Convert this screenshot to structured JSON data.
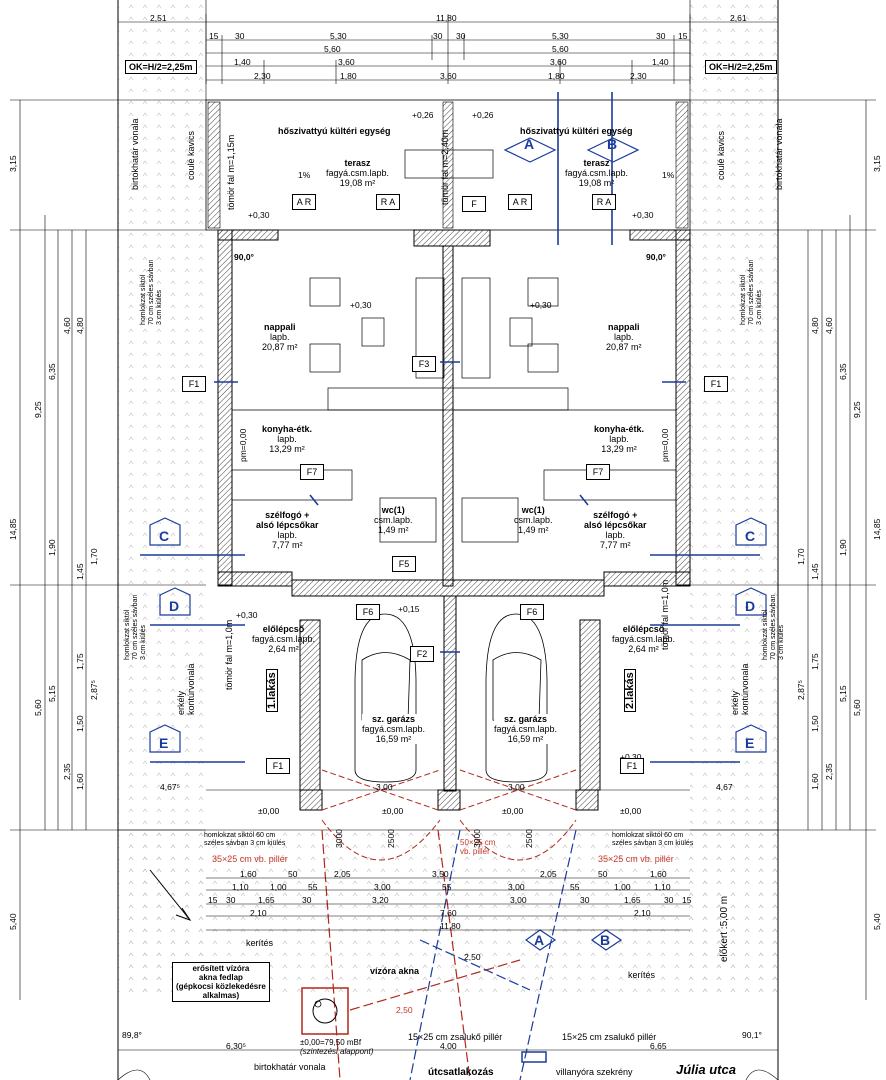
{
  "top_dims": {
    "row1": [
      "2,51",
      "11,80",
      "2,61"
    ],
    "row2": [
      "15",
      "30",
      "5,30",
      "30",
      "30",
      "5,30",
      "30",
      "15"
    ],
    "row3": [
      "5,60",
      "5,60"
    ],
    "row4": [
      "1,40",
      "3,60",
      "3,60",
      "1,40"
    ],
    "row5": [
      "2,30",
      "1,80",
      "3,60",
      "1,80",
      "2,30"
    ],
    "ok_left": "OK=H/2=2,25m",
    "ok_right": "OK=H/2=2,25m"
  },
  "side_labels": {
    "boundary_left": "birtokhatár vonala",
    "boundary_right": "birtokhatár vonala",
    "gravel_left": "coulé kavics",
    "gravel_right": "coulé kavics",
    "wall_left": "tömör fal m=1,15m",
    "wall_mid": "tömör fal m=2,40m",
    "wall_lower_left": "tömör fal m=1,0m",
    "wall_lower_right": "tömör fal m=1,0m",
    "facade_left": [
      "homlokzat síktól",
      "70 cm széles sávban",
      "3 cm kiülés"
    ],
    "facade_right": [
      "homlokzat síktól",
      "70 cm széles sávban",
      "3 cm kiülés"
    ],
    "facade_left2": [
      "homlokzat síktól",
      "70 cm széles sávban",
      "3 cm kiülés"
    ],
    "facade_right2": [
      "homlokzat síktól",
      "70 cm széles sávban",
      "3 cm kiülés"
    ],
    "balcony_left": [
      "erkély",
      "kontúrvonala"
    ],
    "balcony_right": [
      "erkély",
      "kontúrvonala"
    ],
    "flat_left": "1.lakás",
    "flat_right": "2.lakás"
  },
  "left_dims": [
    "3,15",
    "9,25",
    "14,85",
    "5,60",
    "5,40",
    "6,35",
    "4,60",
    "4,80",
    "1,90",
    "1,70",
    "1,45",
    "5,15",
    "1,75",
    "2,87⁵",
    "1,50",
    "2,35",
    "1,60"
  ],
  "right_dims": [
    "3,15",
    "9,25",
    "14,85",
    "5,60",
    "5,40",
    "6,35",
    "4,60",
    "4,80",
    "1,90",
    "1,70",
    "1,45",
    "5,15",
    "1,75",
    "2,87⁵",
    "1,50",
    "2,35",
    "1,60"
  ],
  "rooms": {
    "terasz_l": {
      "name": "terasz",
      "floor": "fagyá.csm.lapb.",
      "area": "19,08 m²"
    },
    "terasz_r": {
      "name": "terasz",
      "floor": "fagyá.csm.lapb.",
      "area": "19,08 m²"
    },
    "nappali_l": {
      "name": "nappali",
      "floor": "lapb.",
      "area": "20,87 m²"
    },
    "nappali_r": {
      "name": "nappali",
      "floor": "lapb.",
      "area": "20,87 m²"
    },
    "konyha_l": {
      "name": "konyha-étk.",
      "floor": "lapb.",
      "area": "13,29 m²"
    },
    "konyha_r": {
      "name": "konyha-étk.",
      "floor": "lapb.",
      "area": "13,29 m²"
    },
    "wc_l": {
      "name": "wc(1)",
      "floor": "csm.lapb.",
      "area": "1,49 m²"
    },
    "wc_r": {
      "name": "wc(1)",
      "floor": "csm.lapb.",
      "area": "1,49 m²"
    },
    "szelfogo_l": {
      "name": "szélfogó +",
      "name2": "alsó lépcsőkar",
      "floor": "lapb.",
      "area": "7,77 m²"
    },
    "szelfogo_r": {
      "name": "szélfogó +",
      "name2": "alsó lépcsőkar",
      "floor": "lapb.",
      "area": "7,77 m²"
    },
    "elolepcso_l": {
      "name": "előlépcső",
      "floor": "fagyá.csm.lapb.",
      "area": "2,64 m²"
    },
    "elolepcso_r": {
      "name": "előlépcső",
      "floor": "fagyá.csm.lapb.",
      "area": "2,64 m²"
    },
    "garazs_l": {
      "name": "sz. garázs",
      "floor": "fagyá.csm.lapb.",
      "area": "16,59 m²"
    },
    "garazs_r": {
      "name": "sz. garázs",
      "floor": "fagyá.csm.lapb.",
      "area": "16,59 m²"
    }
  },
  "labels": {
    "pump_l": "hőszivattyú kültéri egység",
    "pump_r": "hőszivattyú kültéri egység",
    "level_030": "+0,30",
    "level_026": "+0,26",
    "level_015": "+0,15",
    "level_000": "±0,00",
    "slope": "1%",
    "pm": "pm=0,00",
    "ar": "A R",
    "ra": "R A",
    "angle_l": "90,0°",
    "angle_r": "90,0°",
    "f1": "F1",
    "f2": "F2",
    "f3": "F3",
    "f5": "F5",
    "f6": "F6",
    "f7": "F7",
    "pillar_small_l": [
      "homlokzat síktól 60 cm",
      "széles sávban 3 cm kiülés"
    ],
    "pillar_small_r": [
      "homlokzat síktól 60 cm",
      "széles sávban 3 cm kiülés"
    ],
    "vb_pillar_l": "35×25 cm vb. pillér",
    "vb_pillar_r": "35×25 cm vb. pillér",
    "mid_pillar": [
      "50×25 cm",
      "vb. pillér"
    ],
    "kerites_l": "kerítés",
    "kerites_r": "kerítés",
    "elokert": "előkert :5,00 m",
    "water_meter": [
      "erősített vízóra",
      "akna fedlap",
      "(gépkocsi közlekedésre",
      "alkalmas)"
    ],
    "water_shaft": "vízóra akna",
    "bf": "±0,00=79,50 mBf",
    "bf_sub": "(szintezési alappont)",
    "zsaluko_l": "15×25 cm zsalukő pillér",
    "zsaluko_r": "15×25 cm zsalukő pillér",
    "villanyora": "villanyóra szekrény",
    "utcsatlakozas": "útcsatlakozás",
    "street": "Júlia utca",
    "boundary_bottom": "birtokhatár vonala",
    "angle_bl": "89,8°",
    "angle_br": "90,1°"
  },
  "bottom_dims": {
    "row1": [
      "1,60",
      "50",
      "2,05",
      "3,50",
      "2,05",
      "50",
      "1,60"
    ],
    "row2": [
      "1,10",
      "1,00",
      "55",
      "3,00",
      "55",
      "3,00",
      "55",
      "1,00",
      "1,10"
    ],
    "row3": [
      "15",
      "30",
      "1,65",
      "30",
      "3,20",
      "3,00",
      "30",
      "1,65",
      "30",
      "15"
    ],
    "row4": [
      "2,10",
      "7,60",
      "2,10"
    ],
    "row5": "11,80",
    "row6": [
      "6,30⁵",
      "4,00",
      "6,65"
    ],
    "row7": [
      "2,50",
      "2,50"
    ],
    "garage_gap": [
      "3,00",
      "3,00"
    ],
    "ramp": [
      "3000",
      "2500",
      "3000",
      "2500"
    ],
    "mid_l": "4,67⁵",
    "mid_r": "4,67"
  },
  "section_marks": [
    "A",
    "B",
    "C",
    "D",
    "E"
  ],
  "colors": {
    "line": "#000000",
    "section": "#1a3b9c",
    "red": "#b0281c",
    "hatch": "#555555"
  }
}
